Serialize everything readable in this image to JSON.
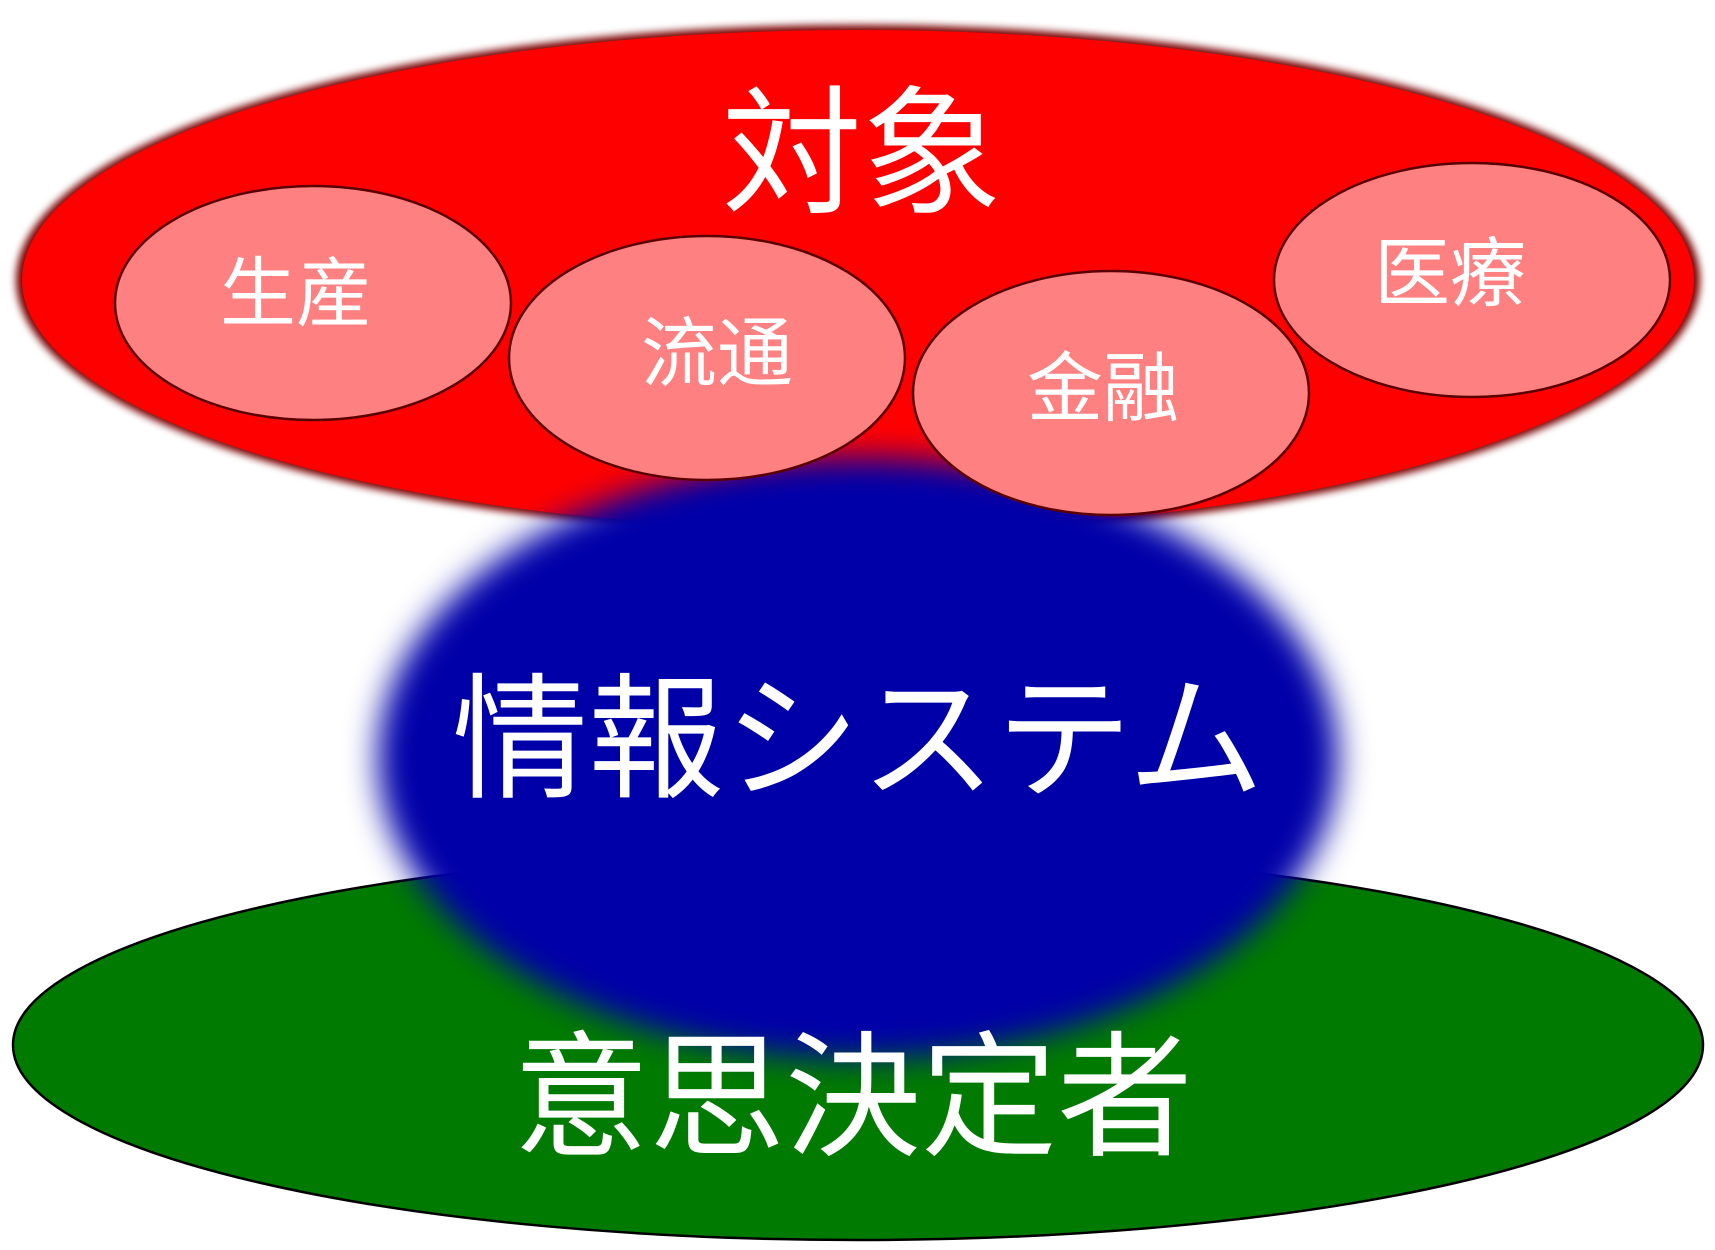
{
  "diagram": {
    "target": {
      "label": "対象",
      "color": "#ff0000",
      "sectors": [
        {
          "label": "生産",
          "color": "#fe8080"
        },
        {
          "label": "流通",
          "color": "#fe8080"
        },
        {
          "label": "金融",
          "color": "#fe8080"
        },
        {
          "label": "医療",
          "color": "#fe8080"
        }
      ]
    },
    "system": {
      "label": "情報システム",
      "color": "#0000a8"
    },
    "decision_maker": {
      "label": "意思決定者",
      "color": "#007a00"
    }
  }
}
